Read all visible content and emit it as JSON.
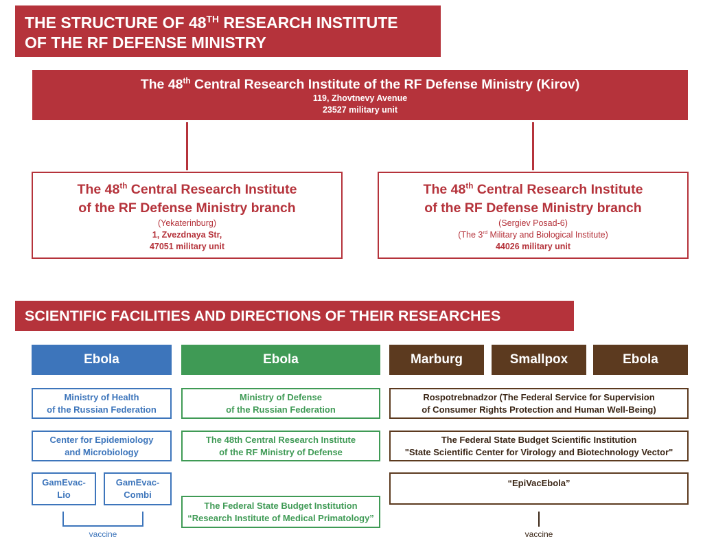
{
  "header": {
    "title_pre": "THE STRUCTURE OF 48",
    "title_sup": "TH",
    "title_post": " RESEARCH INSTITUTE",
    "title_line2": "OF THE RF DEFENSE MINISTRY"
  },
  "main_institute": {
    "title_pre": "The 48",
    "title_sup": "th",
    "title_post": " Central Research Institute of the RF Defense Ministry (Kirov)",
    "address": "119, Zhovtnevy Avenue",
    "unit": "23527 military unit"
  },
  "branches": [
    {
      "title_pre": "The 48",
      "title_sup": "th",
      "title_post": " Central Research Institute",
      "title_line2": "of the RF Defense Ministry branch",
      "city": "(Yekaterinburg)",
      "address": "1, Zvezdnaya Str,",
      "unit": "47051 military unit"
    },
    {
      "title_pre": "The 48",
      "title_sup": "th",
      "title_post": " Central Research Institute",
      "title_line2": "of the RF Defense Ministry branch",
      "city": "(Sergiev Posad-6)",
      "note_pre": "(The 3",
      "note_sup": "rd",
      "note_post": " Military and Biological Institute)",
      "unit": "44026 military unit"
    }
  ],
  "facilities_title": "SCIENTIFIC FACILITIES AND DIRECTIONS OF THEIR RESEARCHES",
  "columns": {
    "blue": {
      "header": "Ebola",
      "box1_l1": "Ministry of Health",
      "box1_l2": "of the Russian Federation",
      "box2_l1": "Center for Epidemiology",
      "box2_l2": "and Microbiology",
      "vaccine1_l1": "GamEvac-",
      "vaccine1_l2": "Lio",
      "vaccine2_l1": "GamEvac-",
      "vaccine2_l2": "Combi",
      "vaccine_label": "vaccine"
    },
    "green": {
      "header": "Ebola",
      "box1_l1": "Ministry of Defense",
      "box1_l2": "of the Russian Federation",
      "box2_l1": "The 48th Central Research Institute",
      "box2_l2": "of the RF Ministry of Defense",
      "box3_l1": "The Federal State Budget Institution",
      "box3_l2": "“Research Institute of  Medical Primatology”"
    },
    "brown": {
      "headers": [
        "Marburg",
        "Smallpox",
        "Ebola"
      ],
      "box1_l1": "Rospotrebnadzor (The Federal Service for Supervision",
      "box1_l2": "of Consumer Rights Protection and Human Well-Being)",
      "box2_l1": "The Federal State Budget Scientific Institution",
      "box2_l2": "\"State Scientific Center for Virology and Biotechnology Vector\"",
      "box3": "“EpiVacEbola”",
      "vaccine_label": "vaccine"
    }
  },
  "colors": {
    "red": "#b5333b",
    "blue": "#3d75bb",
    "green": "#3f9a55",
    "brown": "#5c3a1f"
  }
}
